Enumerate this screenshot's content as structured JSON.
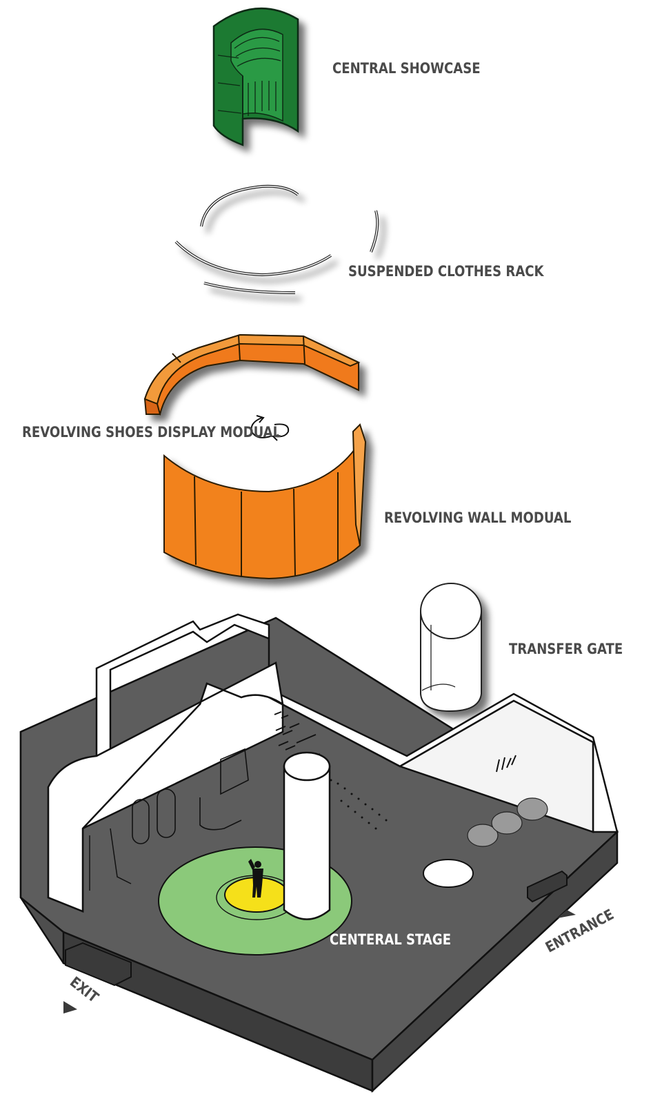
{
  "labels": {
    "central_showcase": "CENTRAL SHOWCASE",
    "suspended_clothes_rack": "SUSPENDED CLOTHES RACK",
    "revolving_shoes_display": "REVOLVING SHOES DISPLAY MODUAL",
    "revolving_wall": "REVOLVING WALL MODUAL",
    "transfer_gate": "TRANSFER GATE",
    "central_stage": "CENTERAL STAGE",
    "entrance": "ENTRANCE",
    "exit": "EXIT"
  },
  "colors": {
    "showcase_green": "#1e7a33",
    "shoes_orange": "#f07a1a",
    "wall_orange": "#f2821f",
    "stage_green": "#8bc97a",
    "stage_yellow": "#f5e01a",
    "floor_gray": "#5d5d5d",
    "label_gray": "#4a4a4a"
  }
}
